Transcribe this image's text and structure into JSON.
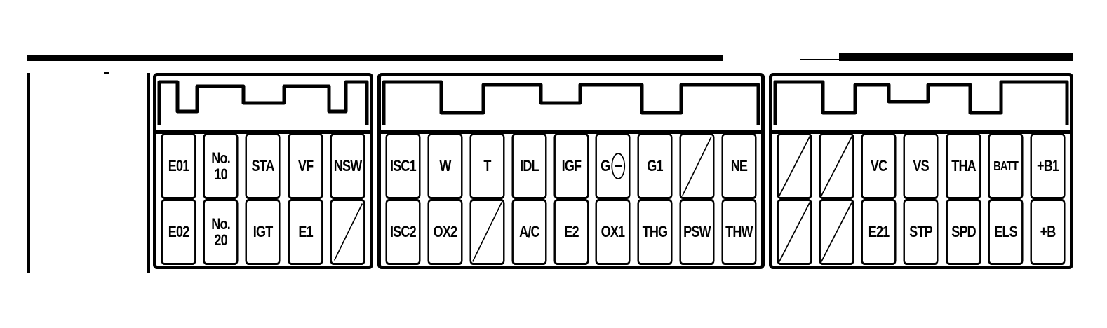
{
  "diagram": {
    "type": "ECU connector terminal layout",
    "colors": {
      "line": "#000000",
      "background": "#ffffff"
    },
    "connectors": [
      {
        "id": "connector-1",
        "columns": 5,
        "rows": [
          [
            "E01",
            "No.\n10",
            "STA",
            "VF",
            "NSW"
          ],
          [
            "E02",
            "No.\n20",
            "IGT",
            "E1",
            ""
          ]
        ]
      },
      {
        "id": "connector-2",
        "columns": 9,
        "rows": [
          [
            "ISC1",
            "W",
            "T",
            "IDL",
            "IGF",
            "G⊖",
            "G1",
            "",
            "NE"
          ],
          [
            "ISC2",
            "OX2",
            "",
            "A/C",
            "E2",
            "OX1",
            "THG",
            "PSW",
            "THW"
          ]
        ]
      },
      {
        "id": "connector-3",
        "columns": 7,
        "rows": [
          [
            "",
            "",
            "VC",
            "VS",
            "THA",
            "BATT",
            "+B1"
          ],
          [
            "",
            "",
            "E21",
            "STP",
            "SPD",
            "ELS",
            "+B"
          ]
        ]
      }
    ]
  },
  "c1": {
    "r0": [
      "E01",
      "No.\n10",
      "STA",
      "VF",
      "NSW"
    ],
    "r1": [
      "E02",
      "No.\n20",
      "IGT",
      "E1",
      ""
    ]
  },
  "c2": {
    "r0": [
      "ISC1",
      "W",
      "T",
      "IDL",
      "IGF",
      "G",
      "G1",
      "",
      "NE"
    ],
    "r1": [
      "ISC2",
      "OX2",
      "",
      "A/C",
      "E2",
      "OX1",
      "THG",
      "PSW",
      "THW"
    ]
  },
  "c3": {
    "r0": [
      "",
      "",
      "VC",
      "VS",
      "THA",
      "BATT",
      "+B1"
    ],
    "r1": [
      "",
      "",
      "E21",
      "STP",
      "SPD",
      "ELS",
      "+B"
    ]
  }
}
